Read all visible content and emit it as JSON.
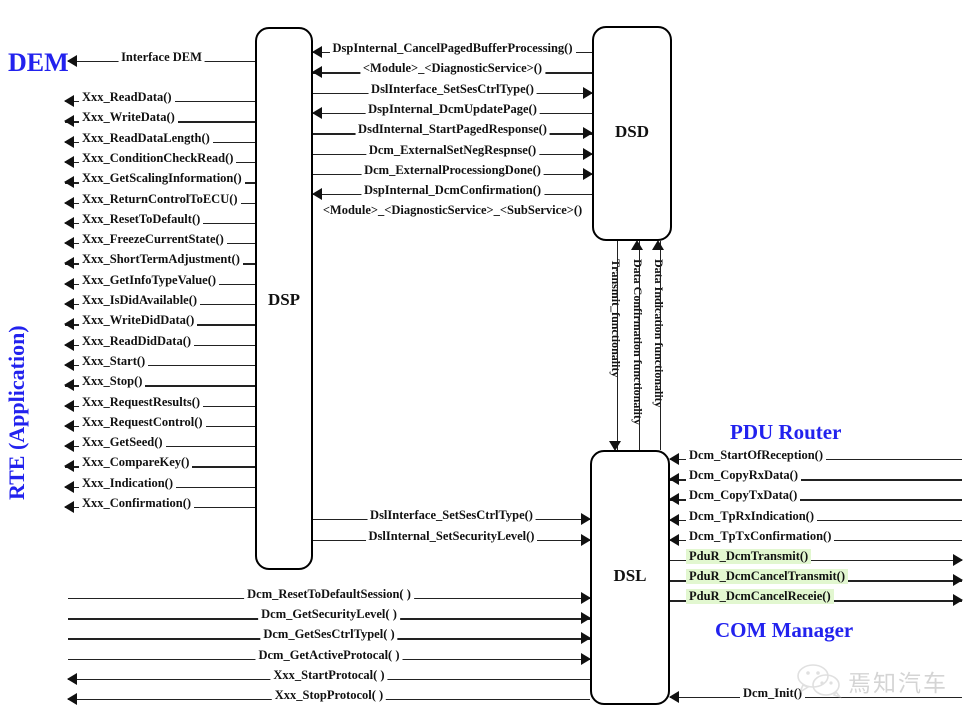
{
  "diagram": {
    "title": "AUTOSAR DCM internal interfaces diagram",
    "accent_color": "#2222ee",
    "highlight_color": "#e2f7d0"
  },
  "modules": [
    {
      "name": "DSP",
      "label": "DSP"
    },
    {
      "name": "DSD",
      "label": "DSD"
    },
    {
      "name": "DSL",
      "label": "DSL"
    }
  ],
  "groups": {
    "dem": "DEM",
    "rte": "RTE (Application)",
    "pdu_router": "PDU Router",
    "com_manager": "COM Manager"
  },
  "dem_interface": {
    "label": "Interface DEM",
    "direction": "left"
  },
  "rte_dsp_calls": [
    {
      "label": "Xxx_ReadData()",
      "direction": "left"
    },
    {
      "label": "Xxx_WriteData()",
      "direction": "left"
    },
    {
      "label": "Xxx_ReadDataLength()",
      "direction": "left"
    },
    {
      "label": "Xxx_ConditionCheckRead()",
      "direction": "left"
    },
    {
      "label": "Xxx_GetScalingInformation()",
      "direction": "left"
    },
    {
      "label": "Xxx_ReturnControlToECU()",
      "direction": "left"
    },
    {
      "label": "Xxx_ResetToDefault()",
      "direction": "left"
    },
    {
      "label": "Xxx_FreezeCurrentState()",
      "direction": "left"
    },
    {
      "label": "Xxx_ShortTermAdjustment()",
      "direction": "left"
    },
    {
      "label": "Xxx_GetInfoTypeValue()",
      "direction": "left"
    },
    {
      "label": "Xxx_IsDidAvailable()",
      "direction": "left"
    },
    {
      "label": "Xxx_WriteDidData()",
      "direction": "left"
    },
    {
      "label": "Xxx_ReadDidData()",
      "direction": "left"
    },
    {
      "label": "Xxx_Start()",
      "direction": "left"
    },
    {
      "label": "Xxx_Stop()",
      "direction": "left"
    },
    {
      "label": "Xxx_RequestResults()",
      "direction": "left"
    },
    {
      "label": "Xxx_RequestControl()",
      "direction": "left"
    },
    {
      "label": "Xxx_GetSeed()",
      "direction": "left"
    },
    {
      "label": "Xxx_CompareKey()",
      "direction": "left"
    },
    {
      "label": "Xxx_Indication()",
      "direction": "left"
    },
    {
      "label": "Xxx_Confirmation()",
      "direction": "left"
    }
  ],
  "dsp_dsd_calls": [
    {
      "label": "DspInternal_CancelPagedBufferProcessing()",
      "direction": "left"
    },
    {
      "label": "<Module>_<DiagnosticService>()",
      "direction": "left"
    },
    {
      "label": "DslInterface_SetSesCtrlType()",
      "direction": "right"
    },
    {
      "label": "DspInternal_DcmUpdatePage()",
      "direction": "left"
    },
    {
      "label": "DsdInternal_StartPagedResponse()",
      "direction": "right"
    },
    {
      "label": "Dcm_ExternalSetNegRespnse()",
      "direction": "right"
    },
    {
      "label": "Dcm_ExternalProcessiongDone()",
      "direction": "right"
    },
    {
      "label": "DspInternal_DcmConfirmation()",
      "direction": "left"
    },
    {
      "label": "<Module>_<DiagnosticService>_<SubService>()",
      "direction": "none"
    }
  ],
  "dsd_dsl_channels": [
    {
      "label": "Transmit_functionality",
      "direction": "down"
    },
    {
      "label": "Data Confirmation functionality",
      "direction": "up"
    },
    {
      "label": "Data Indication functionality",
      "direction": "up"
    }
  ],
  "dsp_dsl_calls": [
    {
      "label": "DslInterface_SetSesCtrlType()",
      "direction": "right"
    },
    {
      "label": "DslInternal_SetSecurityLevel()",
      "direction": "right"
    }
  ],
  "pdu_router_calls": [
    {
      "label": "Dcm_StartOfReception()",
      "direction": "left",
      "highlight": false
    },
    {
      "label": "Dcm_CopyRxData()",
      "direction": "left",
      "highlight": false
    },
    {
      "label": "Dcm_CopyTxData()",
      "direction": "left",
      "highlight": false
    },
    {
      "label": "Dcm_TpRxIndication()",
      "direction": "left",
      "highlight": false
    },
    {
      "label": "Dcm_TpTxConfirmation()",
      "direction": "left",
      "highlight": false
    },
    {
      "label": "PduR_DcmTransmit()",
      "direction": "right",
      "highlight": true
    },
    {
      "label": "PduR_DcmCancelTransmit()",
      "direction": "right",
      "highlight": true
    },
    {
      "label": "PduR_DcmCancelReceie()",
      "direction": "right",
      "highlight": true
    }
  ],
  "com_manager_calls": [
    {
      "label": "Dcm_Init()",
      "direction": "left"
    }
  ],
  "rte_dsl_calls": [
    {
      "label": "Dcm_ResetToDefaultSession( )",
      "direction": "right"
    },
    {
      "label": "Dcm_GetSecurityLevel( )",
      "direction": "right"
    },
    {
      "label": "Dcm_GetSesCtrlTypel( )",
      "direction": "right"
    },
    {
      "label": "Dcm_GetActiveProtocal( )",
      "direction": "right"
    },
    {
      "label": "Xxx_StartProtocal( )",
      "direction": "left"
    },
    {
      "label": "Xxx_StopProtocol( )",
      "direction": "left"
    }
  ],
  "watermark": {
    "text": "焉知汽车"
  }
}
